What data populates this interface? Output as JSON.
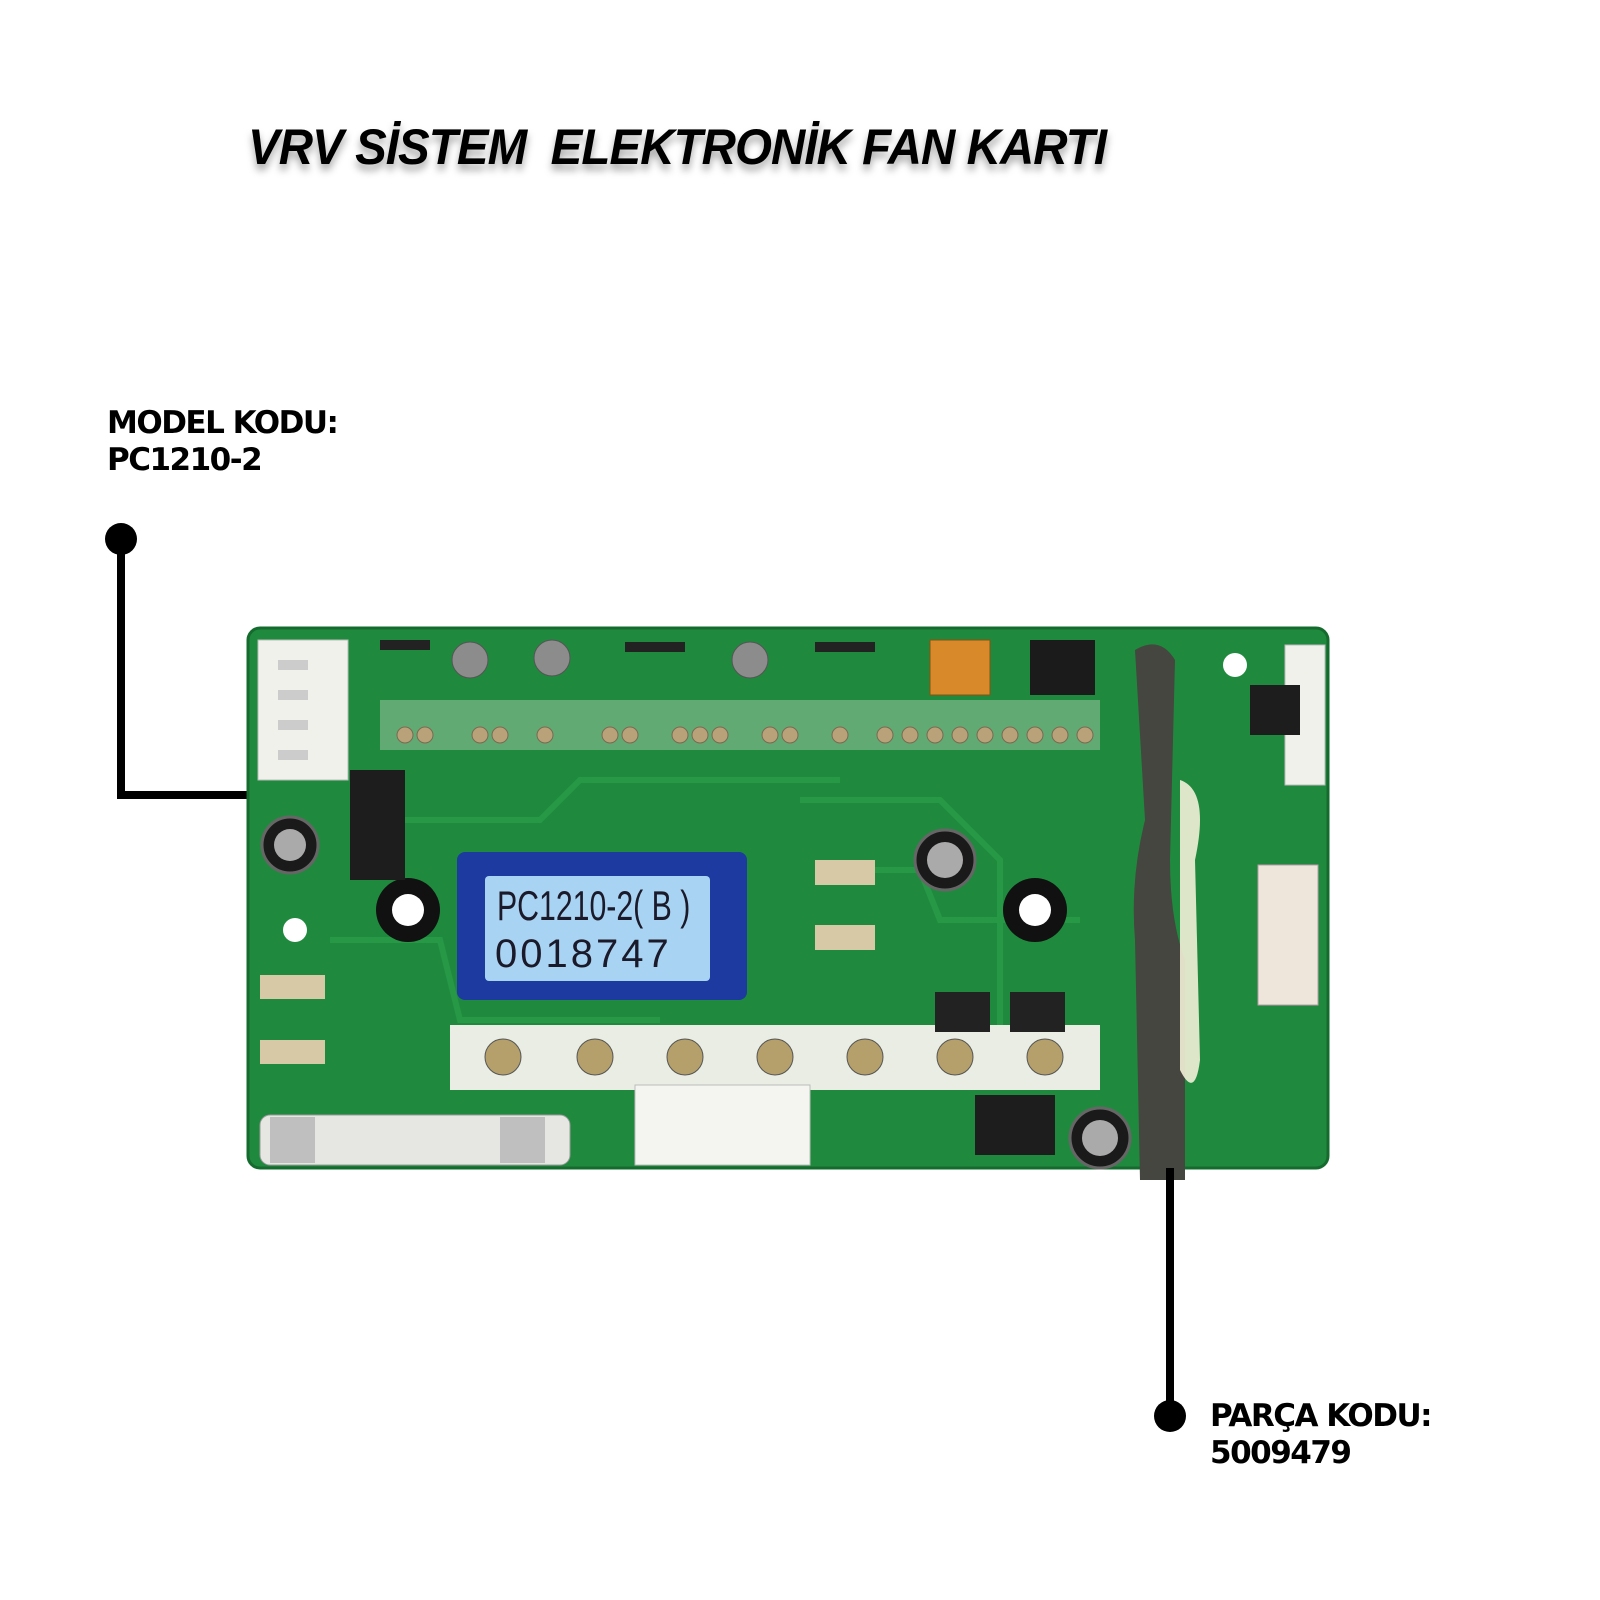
{
  "title": "VRV SİSTEM  ELEKTRONİK FAN KARTI",
  "model_callout": {
    "label": "MODEL KODU:",
    "value": "PC1210-2"
  },
  "part_callout": {
    "label": "PARÇA KODU:",
    "value": "5009479"
  },
  "board_sticker": {
    "line1": "PC1210-2( B )",
    "line2": "0018747"
  },
  "colors": {
    "pcb_green": "#1f8a3e",
    "sticker_blue": "#1d3aa0",
    "sticker_label": "#a9d3f2",
    "callout": "#000000"
  }
}
